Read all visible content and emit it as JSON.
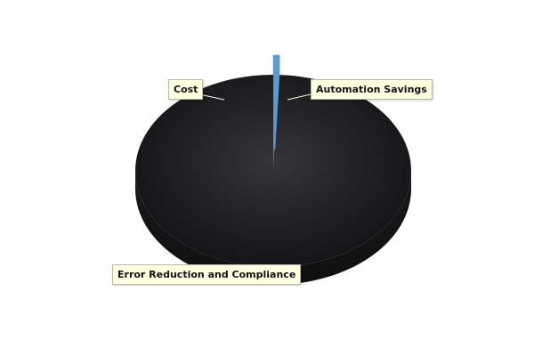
{
  "chart_data": {
    "type": "pie",
    "title": "",
    "categories": [
      "Cost",
      "Automation Savings",
      "Error Reduction and Compliance"
    ],
    "values": [
      0.4,
      99.2,
      0.4
    ],
    "colors": [
      "#5b9bd5",
      "#1f1f22",
      "#1f1f22"
    ],
    "grid": false,
    "legend": "none",
    "labels_shown": true,
    "three_d": true
  }
}
